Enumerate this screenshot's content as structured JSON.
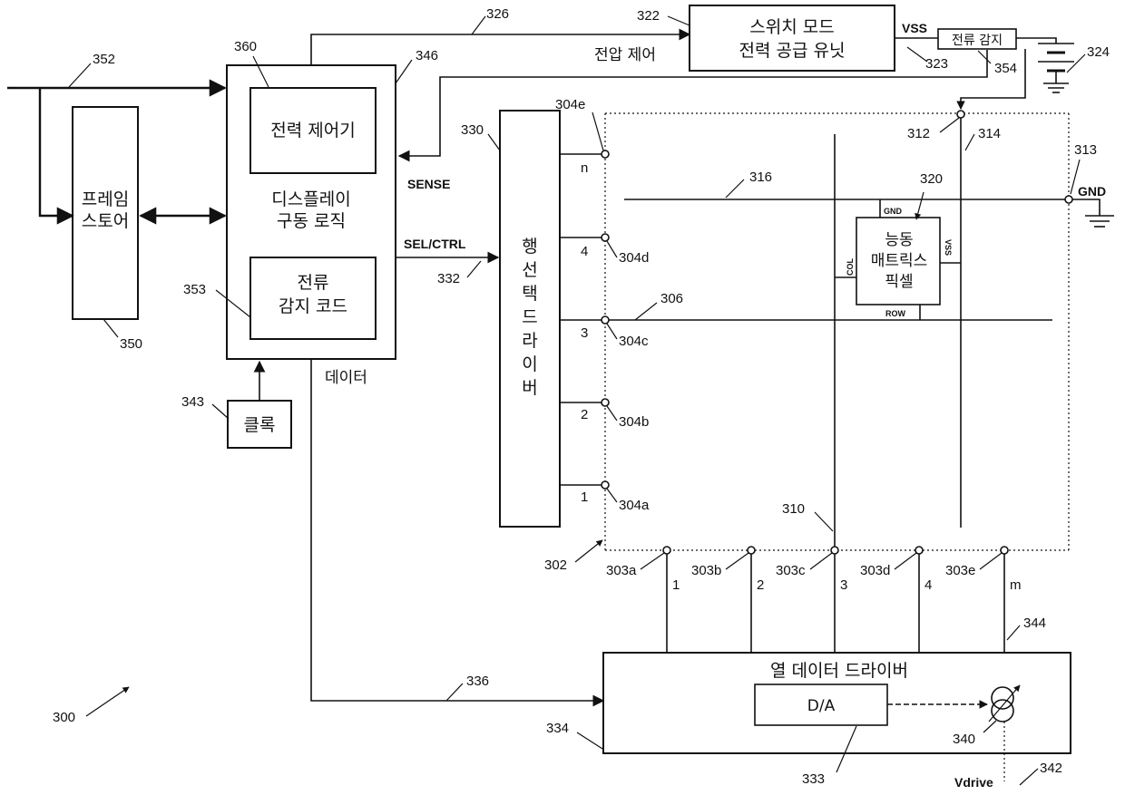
{
  "blocks": {
    "power_controller": "전력 제어기",
    "display_logic_1": "디스플레이",
    "display_logic_2": "구동 로직",
    "current_code_1": "전류",
    "current_code_2": "감지 코드",
    "frame_store_1": "프레임",
    "frame_store_2": "스토어",
    "clock": "클록",
    "smps_1": "스위치 모드",
    "smps_2": "전력 공급 유닛",
    "current_sense": "전류 감지",
    "row_driver_chars": [
      "행",
      "선",
      "택",
      "드",
      "라",
      "이",
      "버"
    ],
    "pixel_1": "능동",
    "pixel_2": "매트릭스",
    "pixel_3": "픽셀",
    "column_driver": "열 데이터 드라이버",
    "da": "D/A"
  },
  "labels": {
    "voltage_control": "전압 제어",
    "data": "데이터",
    "sense": "SENSE",
    "sel_ctrl": "SEL/CTRL",
    "vss": "VSS",
    "gnd": "GND",
    "vdrive": "Vdrive",
    "pixel_gnd": "GND",
    "pixel_col": "COL",
    "pixel_row": "ROW",
    "pixel_vss": "VSS"
  },
  "row_numbers": [
    "n",
    "4",
    "3",
    "2",
    "1"
  ],
  "col_numbers": [
    "1",
    "2",
    "3",
    "4",
    "m"
  ],
  "refs": {
    "r300": "300",
    "r302": "302",
    "r303a": "303a",
    "r303b": "303b",
    "r303c": "303c",
    "r303d": "303d",
    "r303e": "303e",
    "r304a": "304a",
    "r304b": "304b",
    "r304c": "304c",
    "r304d": "304d",
    "r304e": "304e",
    "r306": "306",
    "r310": "310",
    "r312": "312",
    "r313": "313",
    "r314": "314",
    "r316": "316",
    "r320": "320",
    "r322": "322",
    "r323": "323",
    "r324": "324",
    "r326": "326",
    "r330": "330",
    "r332": "332",
    "r333": "333",
    "r334": "334",
    "r336": "336",
    "r340": "340",
    "r342": "342",
    "r343": "343",
    "r344": "344",
    "r346": "346",
    "r350": "350",
    "r352": "352",
    "r353": "353",
    "r354": "354",
    "r360": "360"
  }
}
